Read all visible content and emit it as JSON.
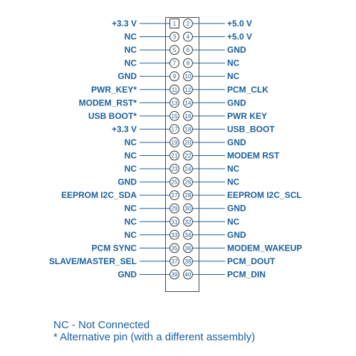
{
  "pins": [
    {
      "num": "1",
      "square": true,
      "label": "+3.3 V"
    },
    {
      "num": "2",
      "label": "+5.0 V"
    },
    {
      "num": "3",
      "label": "NC"
    },
    {
      "num": "4",
      "label": "+5.0 V"
    },
    {
      "num": "5",
      "label": "NC"
    },
    {
      "num": "6",
      "label": "GND"
    },
    {
      "num": "7",
      "label": "NC"
    },
    {
      "num": "8",
      "label": "NC"
    },
    {
      "num": "9",
      "label": "GND"
    },
    {
      "num": "10",
      "label": "NC"
    },
    {
      "num": "11",
      "label": "PWR_KEY*"
    },
    {
      "num": "12",
      "label": "PCM_CLK"
    },
    {
      "num": "13",
      "label": "MODEM_RST*"
    },
    {
      "num": "14",
      "label": "GND"
    },
    {
      "num": "15",
      "label": "USB BOOT*"
    },
    {
      "num": "16",
      "label": "PWR KEY"
    },
    {
      "num": "17",
      "label": "+3.3 V"
    },
    {
      "num": "18",
      "label": "USB_BOOT"
    },
    {
      "num": "19",
      "label": "NC"
    },
    {
      "num": "20",
      "label": "GND"
    },
    {
      "num": "21",
      "label": "NC"
    },
    {
      "num": "22",
      "label": "MODEM RST"
    },
    {
      "num": "23",
      "label": "NC"
    },
    {
      "num": "24",
      "label": "NC"
    },
    {
      "num": "25",
      "label": "GND"
    },
    {
      "num": "26",
      "label": "NC"
    },
    {
      "num": "27",
      "label": "EEPROM I2C_SDA"
    },
    {
      "num": "28",
      "label": "EEPROM I2C_SCL"
    },
    {
      "num": "29",
      "label": "NC"
    },
    {
      "num": "30",
      "label": "GND"
    },
    {
      "num": "31",
      "label": "NC"
    },
    {
      "num": "32",
      "label": "NC"
    },
    {
      "num": "33",
      "label": "NC"
    },
    {
      "num": "34",
      "label": "GND"
    },
    {
      "num": "35",
      "label": "PCM SYNC"
    },
    {
      "num": "36",
      "label": "MODEM_WAKEUP"
    },
    {
      "num": "37",
      "label": "SLAVE/MASTER_SEL"
    },
    {
      "num": "38",
      "label": "PCM_DOUT"
    },
    {
      "num": "39",
      "label": "GND"
    },
    {
      "num": "40",
      "label": "PCM_DIN"
    }
  ],
  "legend": {
    "nc": "NC - Not Connected",
    "alt": "* Alternative pin (with a different assembly)"
  },
  "colors": {
    "accent": "#1b5f9e",
    "connector_outline": "#444444"
  }
}
